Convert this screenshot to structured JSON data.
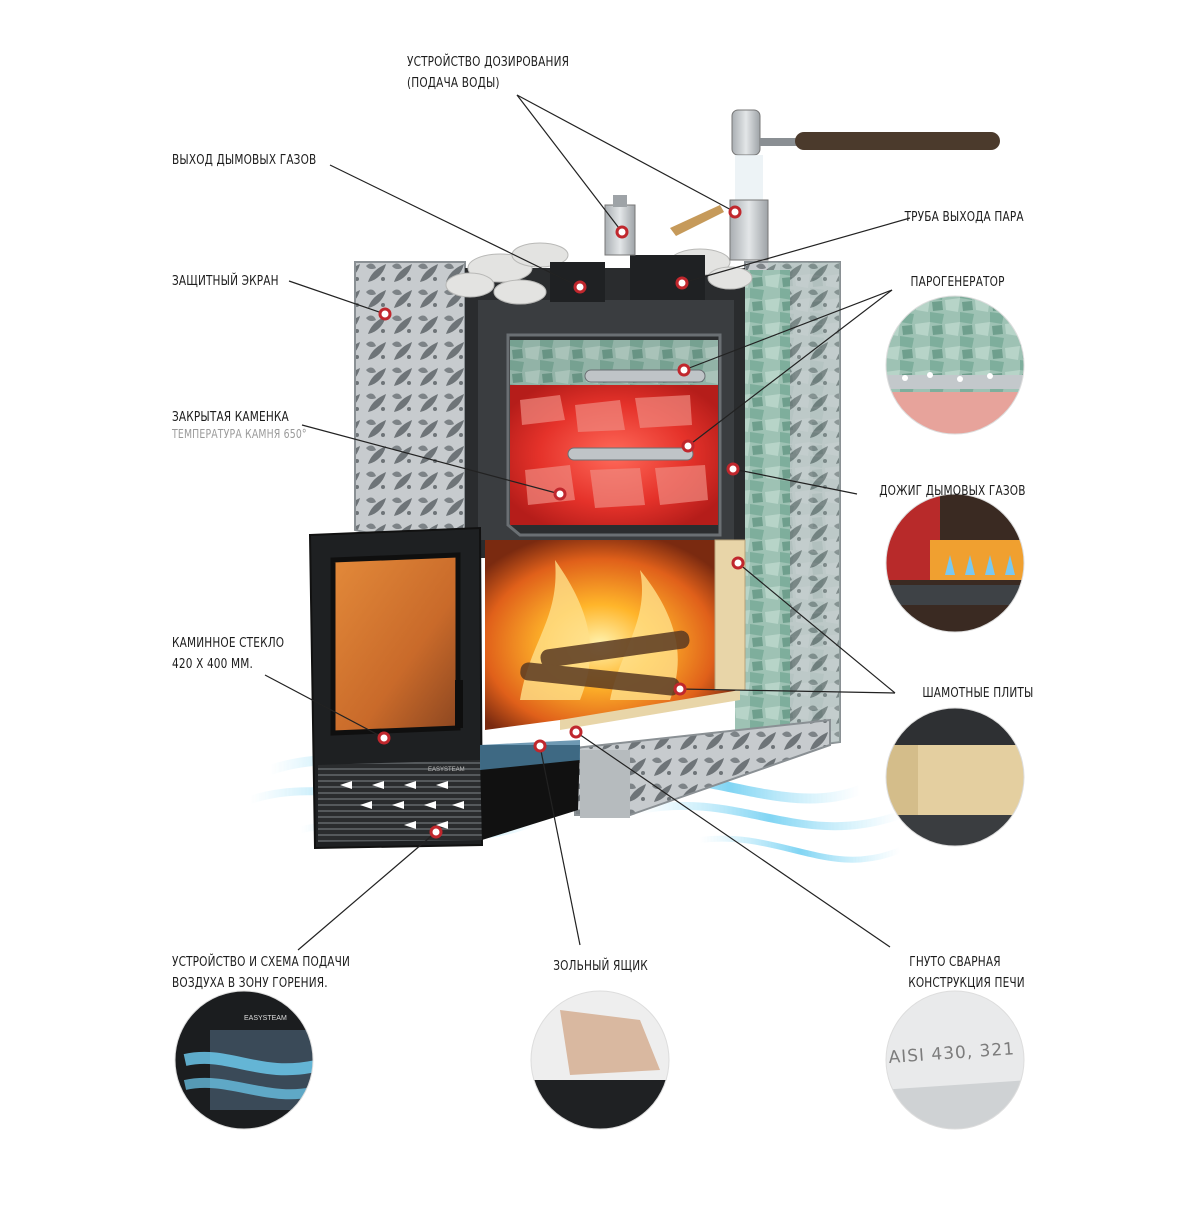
{
  "labels": {
    "dosing_1": "УСТРОЙСТВО ДОЗИРОВАНИЯ",
    "dosing_2": "(ПОДАЧА ВОДЫ)",
    "smoke_outlet": "ВЫХОД ДЫМОВЫХ ГАЗОВ",
    "steam_pipe": "ТРУБА ВЫХОДА ПАРА",
    "screen": "ЗАЩИТНЫЙ ЭКРАН",
    "steam_generator": "ПАРОГЕНЕРАТОР",
    "closed_heater": "ЗАКРЫТАЯ КАМЕНКА",
    "stone_temp": "ТЕМПЕРАТУРА КАМНЯ 650°",
    "afterburn": "ДОЖИГ ДЫМОВЫХ ГАЗОВ",
    "glass_1": "КАМИННОЕ СТЕКЛО",
    "glass_2": "420 Х 400 ММ.",
    "chamotte": "ШАМОТНЫЕ ПЛИТЫ",
    "air_1": "УСТРОЙСТВО И СХЕМА ПОДАЧИ",
    "air_2": "ВОЗДУХА В ЗОНУ ГОРЕНИЯ.",
    "ash_box": "ЗОЛЬНЫЙ ЯЩИК",
    "bent_1": "ГНУТО СВАРНАЯ",
    "bent_2": "КОНСТРУКЦИЯ ПЕЧИ"
  },
  "brand": "EASYSTEAM",
  "steel_grade": "AISI 430, 321",
  "colors": {
    "marker": "#c0272d",
    "leader": "#222222",
    "fire": "#f08a1c",
    "hot_stone": "#e23a2e",
    "air_flow": "#5bc8f0",
    "steel": "#c9cdd0",
    "jade": "#8fb8a8"
  },
  "icons": [
    "marker-dot-icon",
    "air-flow-arrow-icon",
    "flame-icon",
    "water-stream-icon",
    "handle-icon"
  ]
}
